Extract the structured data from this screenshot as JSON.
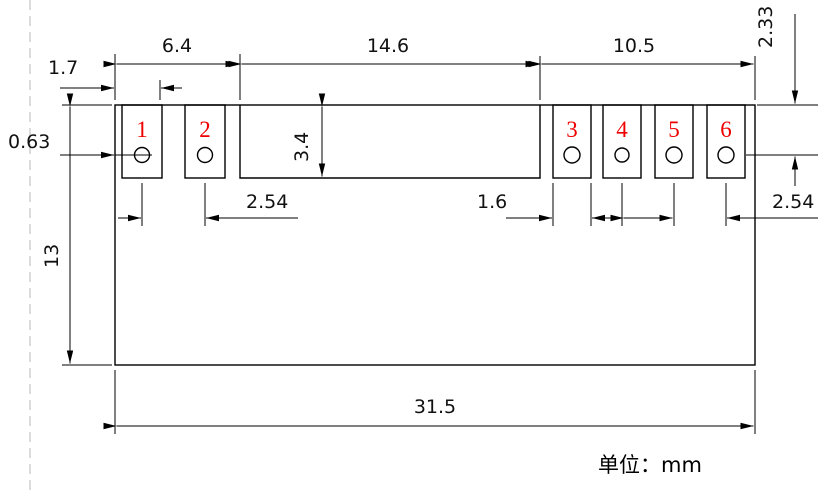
{
  "drawing": {
    "units_note": "单位：mm",
    "pad_numbers": [
      "1",
      "2",
      "3",
      "4",
      "5",
      "6"
    ],
    "dimensions": {
      "pad1_offset_mm": "1.7",
      "left_section_mm": "6.4",
      "middle_section_mm": "14.6",
      "right_section_mm": "10.5",
      "edge_to_hole_mm": "0.63",
      "body_height_mm": "13",
      "notch_height_mm": "3.4",
      "left_pad_pitch_mm": "2.54",
      "pad_width_mm": "1.6",
      "right_pad_pitch_mm": "2.54",
      "top_to_hole_mm": "2.33",
      "body_width_mm": "31.5"
    },
    "colors": {
      "pad_number": "#ee0000",
      "line": "#000000",
      "fold_line": "#c4c4c4"
    }
  }
}
